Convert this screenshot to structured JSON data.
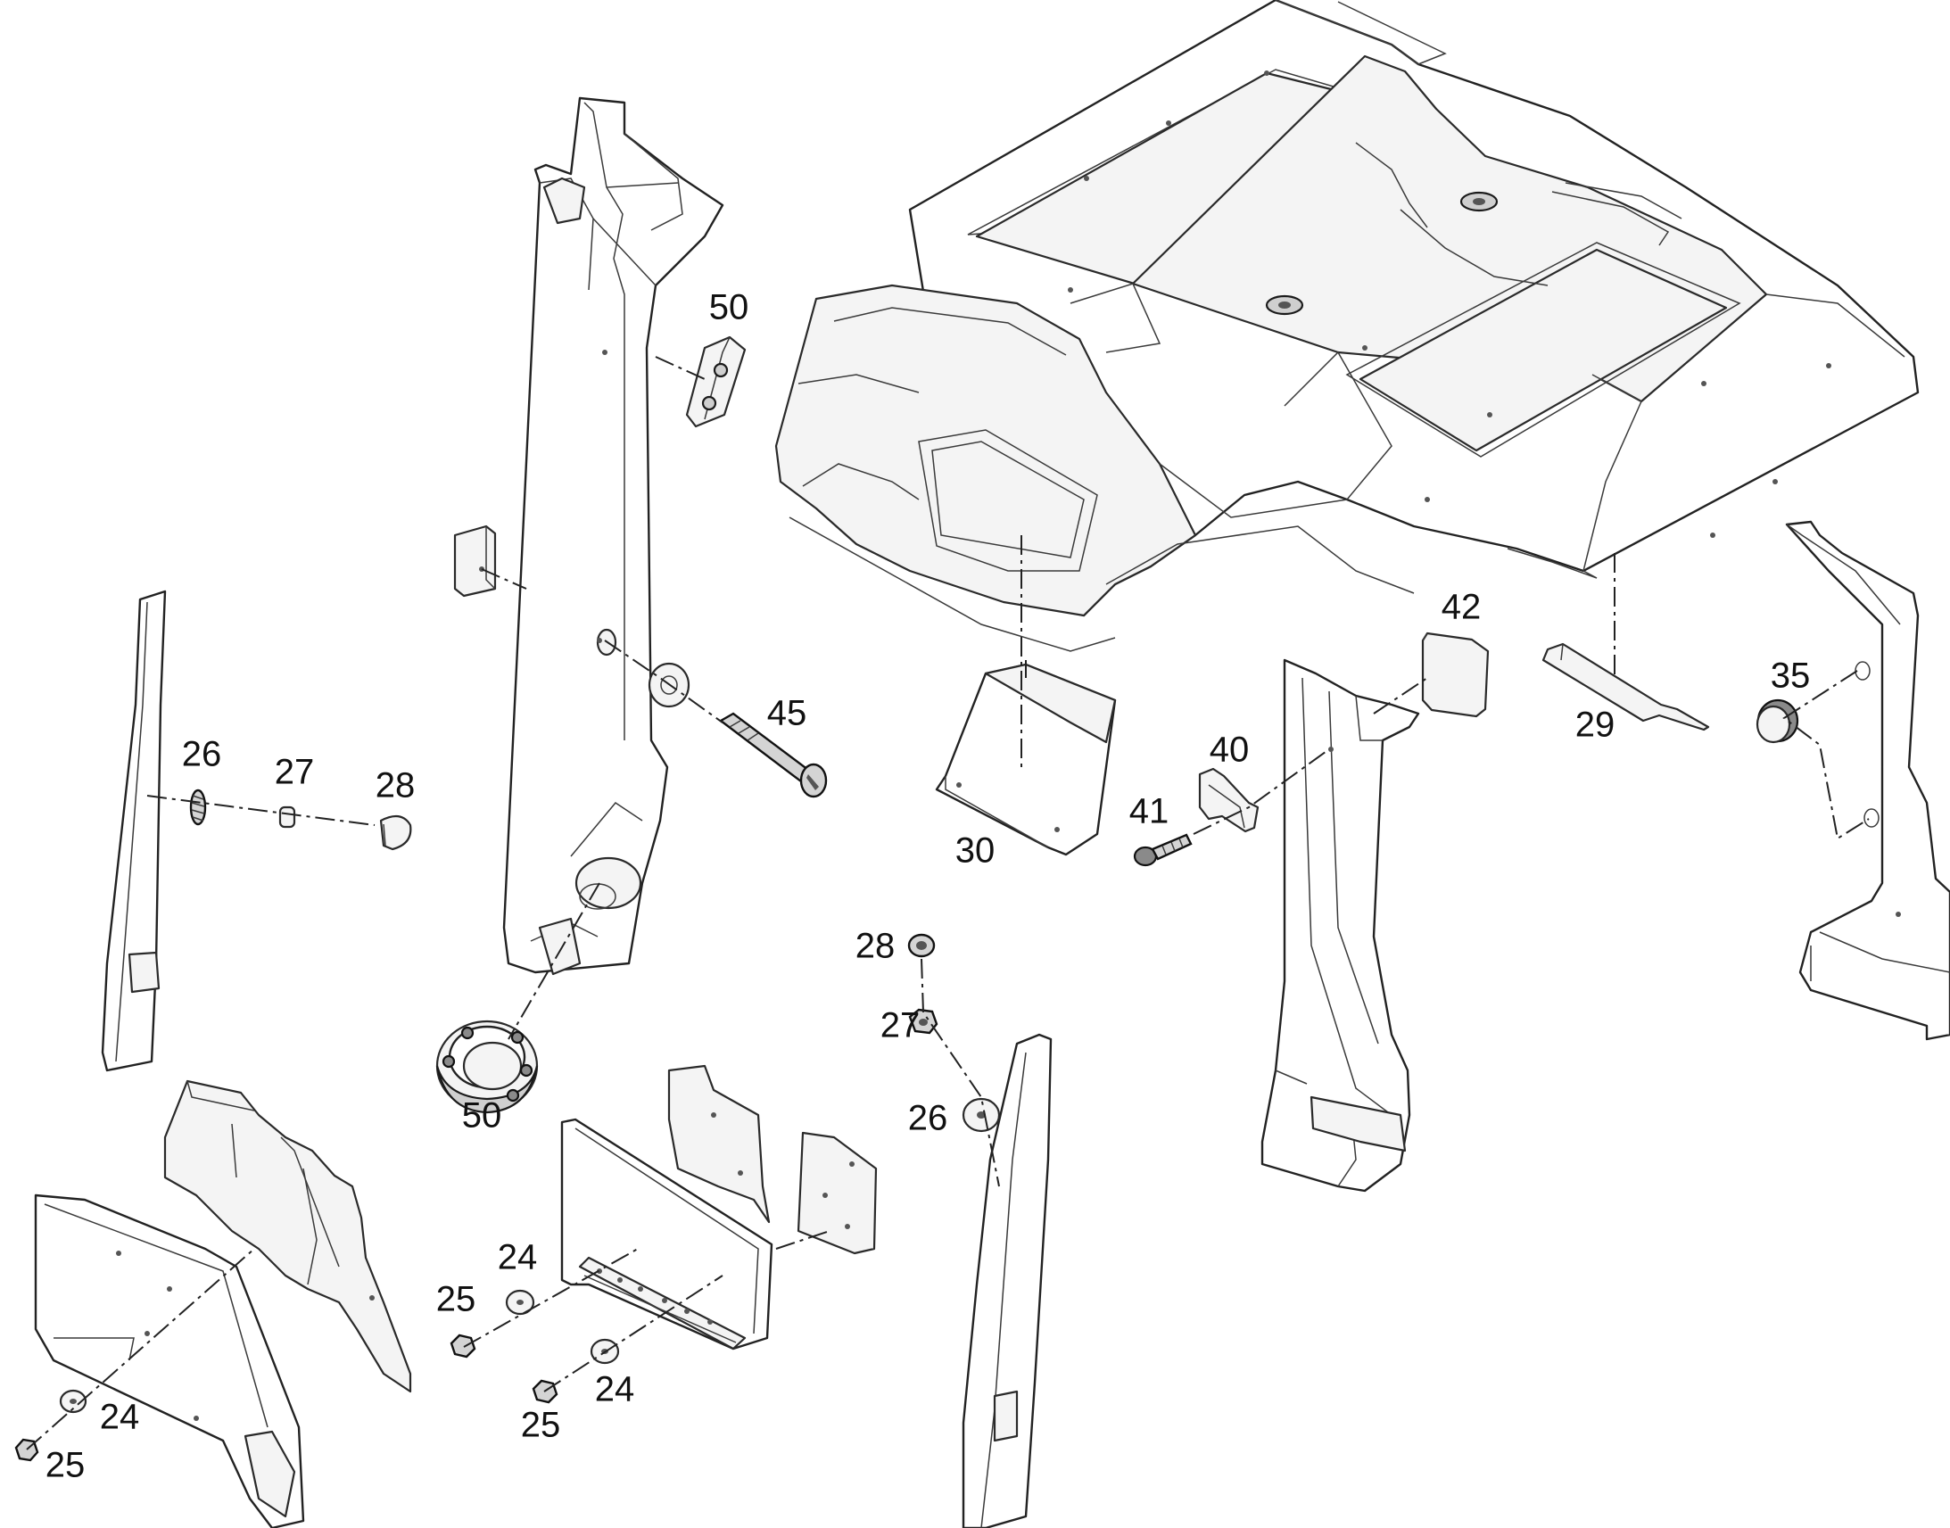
{
  "callouts": [
    {
      "key": "c50a",
      "label": "50"
    },
    {
      "key": "c45",
      "label": "45"
    },
    {
      "key": "c26a",
      "label": "26"
    },
    {
      "key": "c27a",
      "label": "27"
    },
    {
      "key": "c28a",
      "label": "28"
    },
    {
      "key": "c50b",
      "label": "50"
    },
    {
      "key": "c30",
      "label": "30"
    },
    {
      "key": "c42",
      "label": "42"
    },
    {
      "key": "c40",
      "label": "40"
    },
    {
      "key": "c41",
      "label": "41"
    },
    {
      "key": "c29",
      "label": "29"
    },
    {
      "key": "c35",
      "label": "35"
    },
    {
      "key": "c28b",
      "label": "28"
    },
    {
      "key": "c27b",
      "label": "27"
    },
    {
      "key": "c26b",
      "label": "26"
    },
    {
      "key": "c24a",
      "label": "24"
    },
    {
      "key": "c25a",
      "label": "25"
    },
    {
      "key": "c24b",
      "label": "24"
    },
    {
      "key": "c25b",
      "label": "25"
    },
    {
      "key": "c24c",
      "label": "24"
    },
    {
      "key": "c25c",
      "label": "25"
    }
  ]
}
